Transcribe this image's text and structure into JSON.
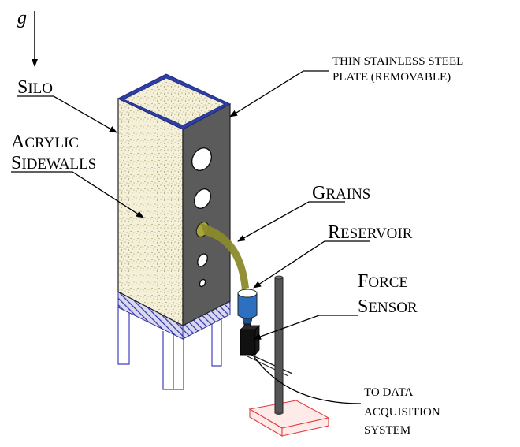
{
  "gravity_symbol": "g",
  "labels": {
    "silo": {
      "cap": "S",
      "rest": "ILO"
    },
    "acrylic_line1": {
      "cap": "A",
      "rest": "CRYLIC"
    },
    "acrylic_line2": {
      "cap": "S",
      "rest": "IDEWALLS"
    },
    "grains": {
      "cap": "G",
      "rest": "RAINS"
    },
    "reservoir": {
      "cap": "R",
      "rest": "ESERVOIR"
    },
    "force_line1": {
      "cap": "F",
      "rest": "ORCE"
    },
    "force_line2": {
      "cap": "S",
      "rest": "ENSOR"
    },
    "plate_line1": "THIN STAINLESS STEEL",
    "plate_line2": "PLATE (REMOVABLE)",
    "daq_line1": "TO DATA",
    "daq_line2": "ACQUISITION",
    "daq_line3": "SYSTEM"
  },
  "colors": {
    "steel_plate": "#5b5b5b",
    "sand": "#f3edd4",
    "grains": "#8c8a2c",
    "base_hatch": "#2f2fa8",
    "legs": "#4040c0",
    "reservoir": "#2d6fc0",
    "sensor": "#111111",
    "stand": "#555555",
    "plate_base": "#e04040"
  }
}
